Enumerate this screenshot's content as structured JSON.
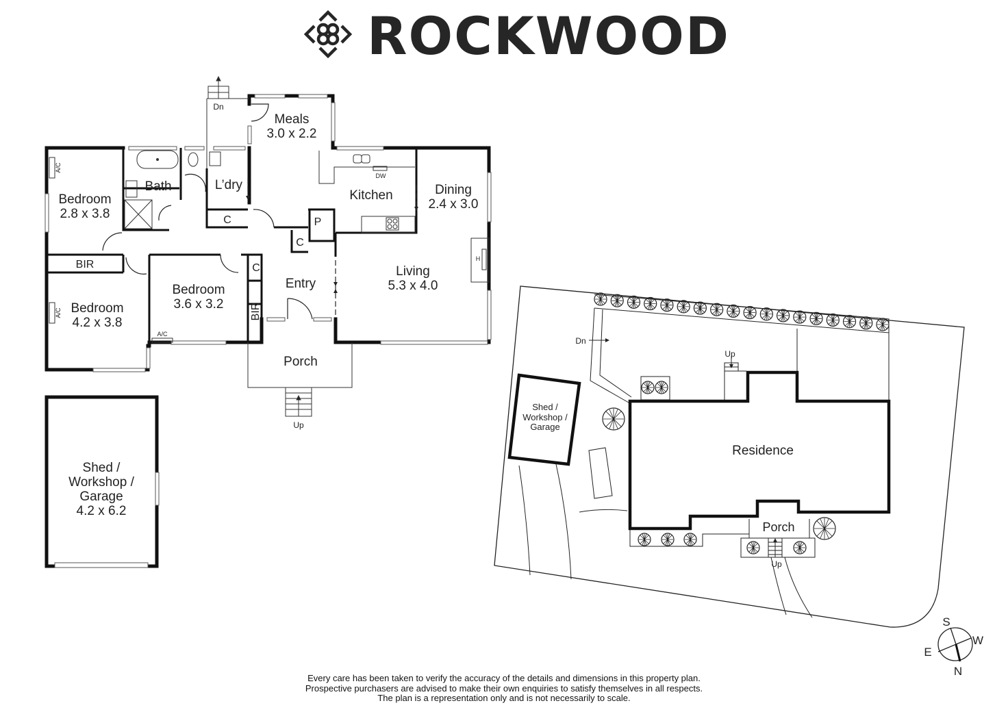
{
  "brand": {
    "name": "ROCKWOOD",
    "logo_icon": "diamond-rings-logo-icon",
    "color": "#262626"
  },
  "floor_plan": {
    "rooms": [
      {
        "id": "meals",
        "name": "Meals",
        "dims": "3.0 x 2.2"
      },
      {
        "id": "bath",
        "name": "Bath",
        "dims": ""
      },
      {
        "id": "laundry",
        "name": "L’dry",
        "dims": ""
      },
      {
        "id": "kitchen",
        "name": "Kitchen",
        "dims": ""
      },
      {
        "id": "dining",
        "name": "Dining",
        "dims": "2.4 x 3.0"
      },
      {
        "id": "bedroom1",
        "name": "Bedroom",
        "dims": "2.8 x 3.8"
      },
      {
        "id": "bedroom2",
        "name": "Bedroom",
        "dims": "4.2 x 3.8"
      },
      {
        "id": "bedroom3",
        "name": "Bedroom",
        "dims": "3.6 x 3.2"
      },
      {
        "id": "entry",
        "name": "Entry",
        "dims": ""
      },
      {
        "id": "living",
        "name": "Living",
        "dims": "5.3 x 4.0"
      },
      {
        "id": "porch",
        "name": "Porch",
        "dims": ""
      },
      {
        "id": "shed",
        "name": "Shed / Workshop / Garage",
        "lines": [
          "Shed /",
          "Workshop /",
          "Garage"
        ],
        "dims": "4.2 x 6.2"
      }
    ],
    "labels": {
      "bir": "BIR",
      "cupboard": "C",
      "pantry": "P",
      "ac": "A/C",
      "dishwasher": "DW",
      "heater": "H",
      "stairs_down": "Dn",
      "stairs_up": "Up"
    }
  },
  "site_plan": {
    "residence": "Residence",
    "porch": "Porch",
    "shed_lines": [
      "Shed /",
      "Workshop /",
      "Garage"
    ],
    "stairs_down": "Dn",
    "stairs_up": "Up",
    "stairs_up_front": "Up",
    "hedge_tree_count": 18
  },
  "compass": {
    "north": "N",
    "south": "S",
    "east": "E",
    "west": "W"
  },
  "disclaimer": [
    "Every care has been taken to verify the accuracy of the details and dimensions in this property plan.",
    "Prospective purchasers are advised to make their own enquiries to satisfy themselves in all respects.",
    "The plan is a representation only and is not necessarily to scale."
  ]
}
